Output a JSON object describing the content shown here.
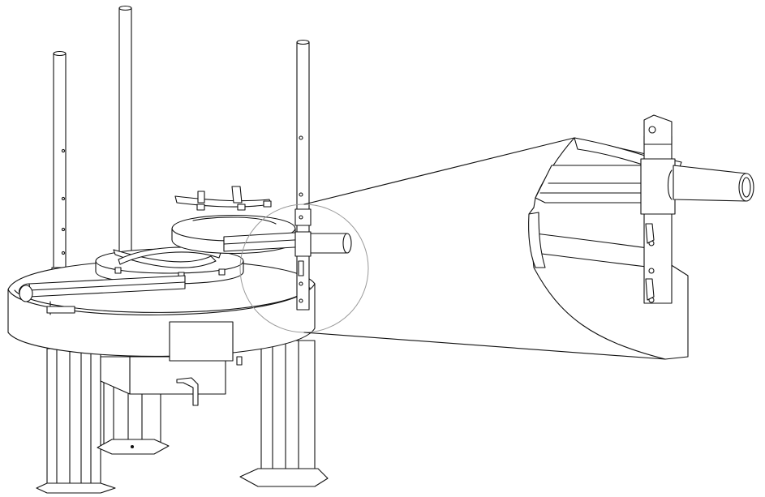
{
  "colors": {
    "background": "#ffffff",
    "line": "#111111",
    "detail_circle": "#9a9a9a"
  },
  "drawing": {
    "style": "monochrome line-art technical illustration",
    "views": [
      "main-assembly-view",
      "detail-magnified-view"
    ]
  }
}
